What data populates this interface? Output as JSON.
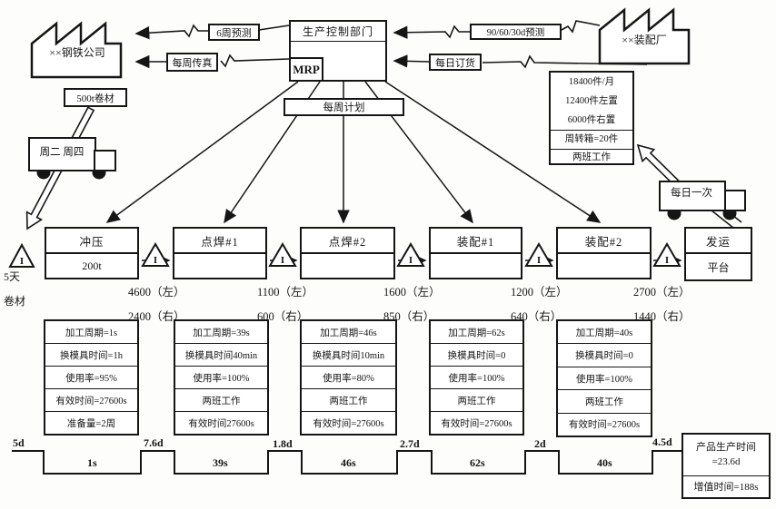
{
  "colors": {
    "ink": "#151515",
    "bg": "#fdfdfc"
  },
  "suppliers": {
    "steel_company": "××钢铁公司",
    "assembly_plant": "××装配厂"
  },
  "control": {
    "title": "生产控制部门",
    "mrp": "MRP",
    "weekly_plan": "每周计划"
  },
  "info_flows": {
    "forecast_6w": "6周预测",
    "weekly_fax": "每周传真",
    "forecast_90_60_30": "90/60/30d预测",
    "daily_order": "每日订货"
  },
  "customer_info": {
    "line1": "18400件/月",
    "line2": "12400件左置",
    "line3": "6000件右置",
    "line4": "周转箱=20件",
    "line5": "两班工作"
  },
  "trucks": {
    "left_schedule": "周二 周四",
    "right_schedule": "每日一次"
  },
  "supply": {
    "coil_box": "500t卷材",
    "raw_inventory_days": "5天",
    "raw_inventory_material": "卷材"
  },
  "symbols": {
    "inventory": "I"
  },
  "processes": [
    {
      "title": "冲压",
      "sub": "200t",
      "data": [
        "加工周期=1s",
        "换模具时间=1h",
        "使用率=95%",
        "有效时间=27600s",
        "准备量=2周"
      ]
    },
    {
      "title": "点焊#1",
      "sub": "",
      "data": [
        "加工周期=39s",
        "换模具时间40min",
        "使用率=100%",
        "两班工作",
        "有效时间27600s"
      ]
    },
    {
      "title": "点焊#2",
      "sub": "",
      "data": [
        "加工周期=46s",
        "换模具时间10min",
        "使用率=80%",
        "两班工作",
        "有效时间=27600s"
      ]
    },
    {
      "title": "装配#1",
      "sub": "",
      "data": [
        "加工周期=62s",
        "换模具时间=0",
        "使用率=100%",
        "两班工作",
        "有效时间=27600s"
      ]
    },
    {
      "title": "装配#2",
      "sub": "",
      "data": [
        "加工周期=40s",
        "换模具时间=0",
        "使用率=100%",
        "两班工作",
        "有效时间=27600s"
      ]
    }
  ],
  "shipping": {
    "title": "发运",
    "sub": "平台"
  },
  "inventories": [
    {
      "left": "4600（左）",
      "right": "2400（右）"
    },
    {
      "left": "1100（左）",
      "right": "600（右）"
    },
    {
      "left": "1600（左）",
      "right": "850（右）"
    },
    {
      "left": "1200（左）",
      "right": "640（右）"
    },
    {
      "left": "2700（左）",
      "right": "1440（右）"
    }
  ],
  "timeline": {
    "waits": [
      "5d",
      "7.6d",
      "1.8d",
      "2.7d",
      "2d",
      "4.5d"
    ],
    "cycles": [
      "1s",
      "39s",
      "46s",
      "62s",
      "40s"
    ]
  },
  "summary": {
    "line1": "产品生产时间",
    "line2": "=23.6d",
    "line3": "增值时间=188s"
  }
}
